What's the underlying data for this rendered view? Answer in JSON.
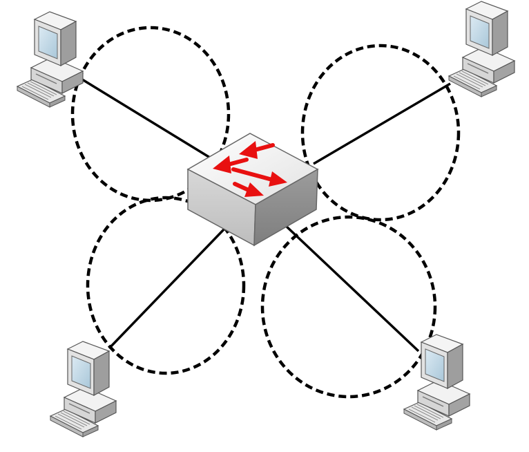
{
  "diagram": {
    "type": "star-network",
    "center_node": {
      "kind": "switch",
      "icon": "network-switch-icon"
    },
    "nodes": [
      {
        "id": "pc-top-left",
        "kind": "computer",
        "icon": "desktop-computer-icon"
      },
      {
        "id": "pc-top-right",
        "kind": "computer",
        "icon": "desktop-computer-icon"
      },
      {
        "id": "pc-bottom-left",
        "kind": "computer",
        "icon": "desktop-computer-icon"
      },
      {
        "id": "pc-bottom-right",
        "kind": "computer",
        "icon": "desktop-computer-icon"
      }
    ],
    "links": [
      {
        "from": "switch",
        "to": "pc-top-left",
        "style": "solid"
      },
      {
        "from": "switch",
        "to": "pc-top-right",
        "style": "solid"
      },
      {
        "from": "switch",
        "to": "pc-bottom-left",
        "style": "solid"
      },
      {
        "from": "switch",
        "to": "pc-bottom-right",
        "style": "solid"
      }
    ],
    "collision_domains": [
      {
        "around": "pc-top-left",
        "style": "dashed"
      },
      {
        "around": "pc-top-right",
        "style": "dashed"
      },
      {
        "around": "pc-bottom-left",
        "style": "dashed"
      },
      {
        "around": "pc-bottom-right",
        "style": "dashed"
      }
    ],
    "colors": {
      "link": "#000000",
      "domain_outline": "#000000",
      "switch_arrows": "#e81010",
      "device_body": "#e6e6e6",
      "device_screen": "#b9d6e6"
    }
  }
}
